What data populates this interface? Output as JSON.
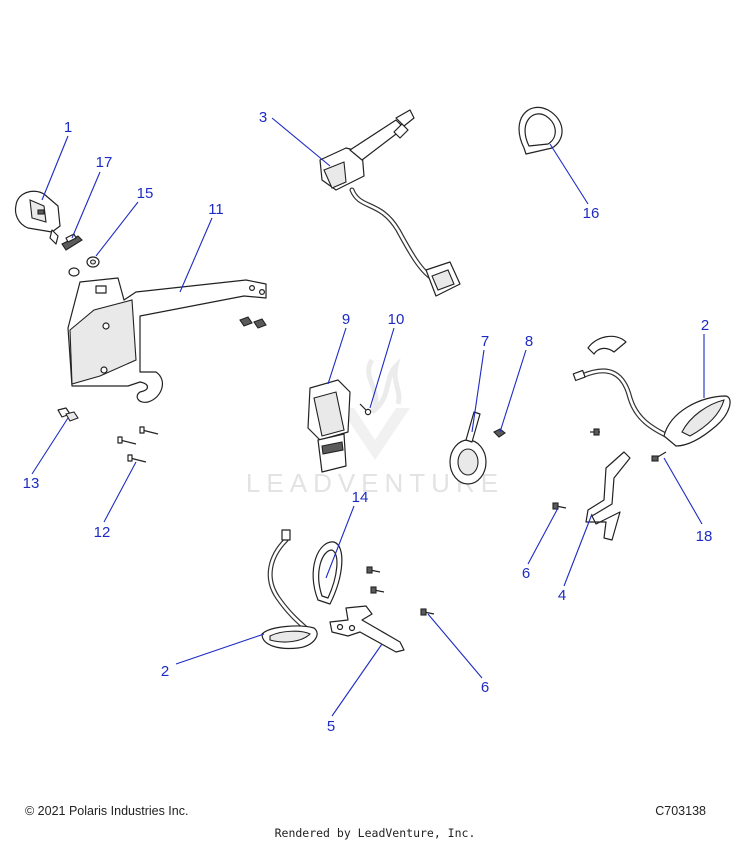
{
  "watermark": {
    "text": "LEADVENTURE"
  },
  "callouts": [
    {
      "id": "c1",
      "label": "1"
    },
    {
      "id": "c17",
      "label": "17"
    },
    {
      "id": "c15",
      "label": "15"
    },
    {
      "id": "c11",
      "label": "11"
    },
    {
      "id": "c3",
      "label": "3"
    },
    {
      "id": "c16",
      "label": "16"
    },
    {
      "id": "c9",
      "label": "9"
    },
    {
      "id": "c10",
      "label": "10"
    },
    {
      "id": "c7",
      "label": "7"
    },
    {
      "id": "c8",
      "label": "8"
    },
    {
      "id": "c2a",
      "label": "2"
    },
    {
      "id": "c13",
      "label": "13"
    },
    {
      "id": "c12",
      "label": "12"
    },
    {
      "id": "c18",
      "label": "18"
    },
    {
      "id": "c6a",
      "label": "6"
    },
    {
      "id": "c4",
      "label": "4"
    },
    {
      "id": "c14",
      "label": "14"
    },
    {
      "id": "c2b",
      "label": "2"
    },
    {
      "id": "c6b",
      "label": "6"
    },
    {
      "id": "c5",
      "label": "5"
    }
  ],
  "footer": {
    "copyright": "© 2021 Polaris Industries Inc.",
    "code": "C703138",
    "rendered_by": "Rendered by LeadVenture, Inc."
  },
  "colors": {
    "callout": "#1d2bc4",
    "line_art": "#222222",
    "watermark": "#e3e3e3"
  }
}
